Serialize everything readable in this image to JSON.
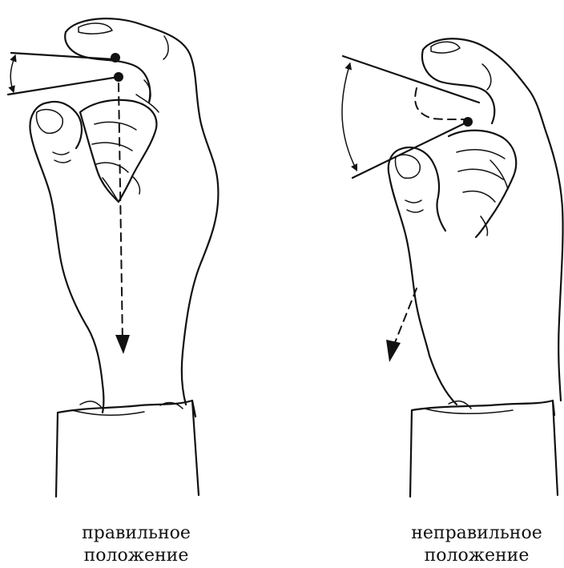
{
  "captions": {
    "correct": {
      "line1": "правильное",
      "line2": "положение"
    },
    "incorrect": {
      "line1": "неправильное",
      "line2": "положение"
    }
  },
  "colors": {
    "ink": "#111111",
    "background": "#ffffff"
  }
}
